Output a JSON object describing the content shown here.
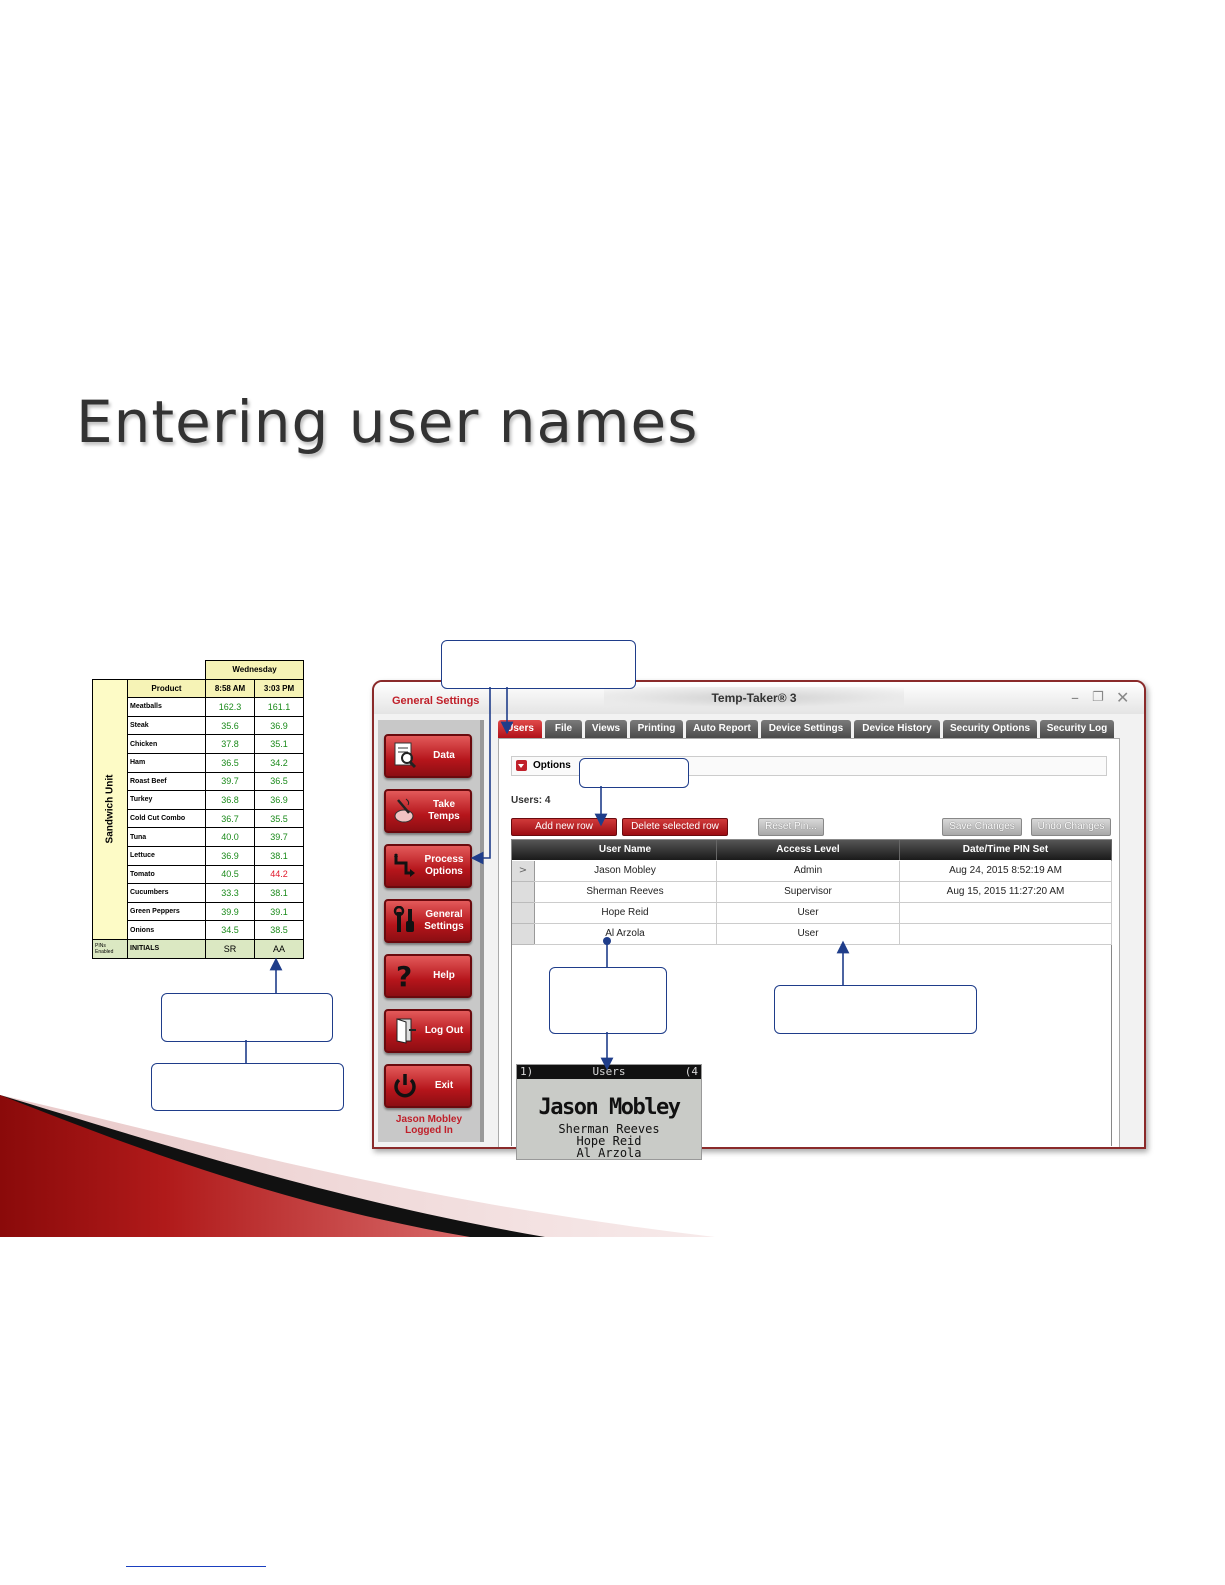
{
  "slide": {
    "title": "Entering user names"
  },
  "sheet": {
    "side_label": "Sandwich Unit",
    "day": "Wednesday",
    "columns": [
      "Product",
      "8:58 AM",
      "3:03 PM"
    ],
    "rows": [
      {
        "product": "Meatballs",
        "t1": "162.3",
        "t2": "161.1"
      },
      {
        "product": "Steak",
        "t1": "35.6",
        "t2": "36.9"
      },
      {
        "product": "Chicken",
        "t1": "37.8",
        "t2": "35.1"
      },
      {
        "product": "Ham",
        "t1": "36.5",
        "t2": "34.2"
      },
      {
        "product": "Roast Beef",
        "t1": "39.7",
        "t2": "36.5"
      },
      {
        "product": "Turkey",
        "t1": "36.8",
        "t2": "36.9"
      },
      {
        "product": "Cold Cut Combo",
        "t1": "36.7",
        "t2": "35.5"
      },
      {
        "product": "Tuna",
        "t1": "40.0",
        "t2": "39.7"
      },
      {
        "product": "Lettuce",
        "t1": "36.9",
        "t2": "38.1"
      },
      {
        "product": "Tomato",
        "t1": "40.5",
        "t2": "44.2"
      },
      {
        "product": "Cucumbers",
        "t1": "33.3",
        "t2": "38.1"
      },
      {
        "product": "Green Peppers",
        "t1": "39.9",
        "t2": "39.1"
      },
      {
        "product": "Onions",
        "t1": "34.5",
        "t2": "38.5"
      }
    ],
    "footer": {
      "pins": "PINs Enabled",
      "label": "INITIALS",
      "i1": "SR",
      "i2": "AA"
    }
  },
  "app": {
    "title": "Temp-Taker® 3",
    "section": "General Settings",
    "nav": [
      {
        "label": "Data",
        "icon": "data-icon"
      },
      {
        "label": "Take\nTemps",
        "icon": "thermometer-icon"
      },
      {
        "label": "Process\nOptions",
        "icon": "process-arrows-icon"
      },
      {
        "label": "General\nSettings",
        "icon": "tools-icon"
      },
      {
        "label": "Help",
        "icon": "question-icon"
      },
      {
        "label": "Log Out",
        "icon": "door-icon"
      },
      {
        "label": "Exit",
        "icon": "power-icon"
      }
    ],
    "logged_in": "Jason Mobley\nLogged In",
    "tabs": [
      "Users",
      "File",
      "Views",
      "Printing",
      "Auto Report",
      "Device Settings",
      "Device History",
      "Security Options",
      "Security Log"
    ],
    "options_label": "Options",
    "users_label": "Users:  4",
    "buttons": {
      "add": "Add new row",
      "delete": "Delete selected row",
      "reset": "Reset Pin...",
      "save": "Save Changes",
      "undo": "Undo Changes"
    },
    "grid_headers": [
      "User Name",
      "Access Level",
      "Date/Time PIN Set"
    ],
    "users": [
      {
        "name": "Jason Mobley",
        "level": "Admin",
        "pin": "Aug 24, 2015  8:52:19 AM"
      },
      {
        "name": "Sherman Reeves",
        "level": "Supervisor",
        "pin": "Aug 15, 2015  11:27:20 AM"
      },
      {
        "name": "Hope Reid",
        "level": "User",
        "pin": ""
      },
      {
        "name": "Al Arzola",
        "level": "User",
        "pin": ""
      }
    ],
    "row_indicator": ">"
  },
  "lcd": {
    "left": "1)",
    "title": "Users",
    "right": "(4",
    "big": "Jason Mobley",
    "lines": [
      "Sherman Reeves",
      "Hope Reid",
      "Al Arzola"
    ]
  },
  "colors": {
    "accent": "#b5151b",
    "callout": "#1f3d8a",
    "temp_ok": "#1a8a1a",
    "temp_hot": "#e0182a"
  }
}
